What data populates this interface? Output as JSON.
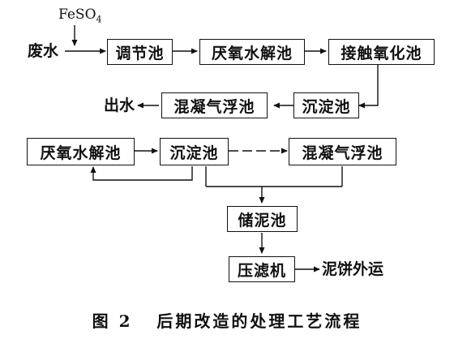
{
  "reagent": {
    "formula": "FeSO",
    "subscript": "4"
  },
  "input_label": "废水",
  "row1": [
    "调节池",
    "厌氧水解池",
    "接触氧化池"
  ],
  "row2": {
    "outlet": "出水",
    "boxes": [
      "混凝气浮池",
      "沉淀池"
    ]
  },
  "row3": [
    "厌氧水解池",
    "沉淀池",
    "混凝气浮池"
  ],
  "sludge": {
    "tank": "储泥池",
    "press": "压滤机",
    "disposal": "泥饼外运"
  },
  "caption": {
    "figure": "图 2",
    "title": "后期改造的处理工艺流程"
  }
}
